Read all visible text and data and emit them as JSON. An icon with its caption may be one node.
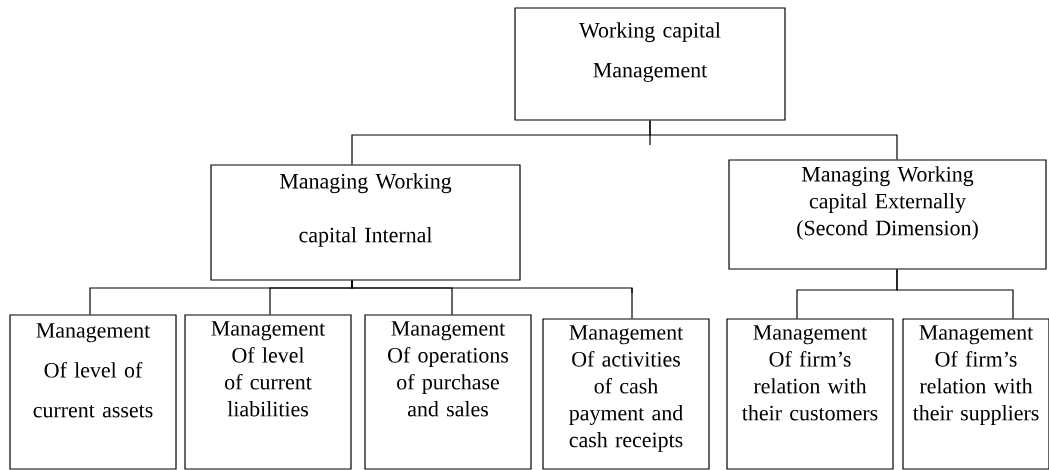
{
  "diagram": {
    "nodes": [
      {
        "text": [
          "Working capital Management"
        ]
      },
      {
        "text": [
          "Managing Working capital Internal"
        ]
      },
      {
        "text": [
          "Managing Working capital Externally",
          "(Second Dimension)"
        ]
      },
      {
        "text": [
          "Management Of level of current assets"
        ]
      },
      {
        "text": [
          "Management Of level of current liabilities"
        ]
      },
      {
        "text": [
          "Management Of operations of purchase and sales"
        ]
      },
      {
        "text": [
          "Management Of activities of cash payment and cash receipts"
        ]
      },
      {
        "text": [
          "Management Of firm’s relation with their customers"
        ]
      },
      {
        "text": [
          "Management Of firm’s relation with their suppliers"
        ]
      }
    ],
    "edges": [
      {
        "from": 0,
        "to": 1,
        "arrow": "none"
      },
      {
        "from": 0,
        "to": 2,
        "arrow": "none"
      },
      {
        "from": 1,
        "to": 3,
        "arrow": "none"
      },
      {
        "from": 1,
        "to": 4,
        "arrow": "none"
      },
      {
        "from": 1,
        "to": 5,
        "arrow": "none"
      },
      {
        "from": 1,
        "to": 6,
        "arrow": "none"
      },
      {
        "from": 2,
        "to": 7,
        "arrow": "none"
      },
      {
        "from": 2,
        "to": 8,
        "arrow": "none"
      }
    ]
  }
}
